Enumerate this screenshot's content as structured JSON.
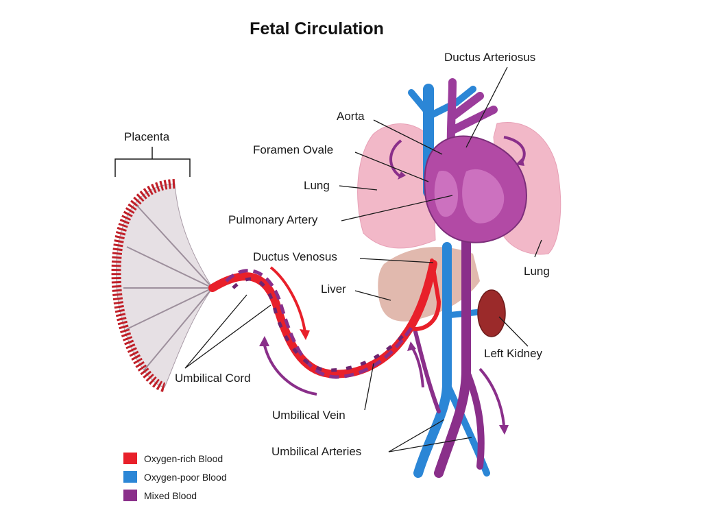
{
  "title": "Fetal Circulation",
  "labels": {
    "ductus_arteriosus": "Ductus Arteriosus",
    "aorta": "Aorta",
    "placenta": "Placenta",
    "foramen_ovale": "Foramen Ovale",
    "lung_left": "Lung",
    "pulmonary_artery": "Pulmonary Artery",
    "ductus_venosus": "Ductus Venosus",
    "lung_right": "Lung",
    "liver": "Liver",
    "left_kidney": "Left Kidney",
    "umbilical_cord": "Umbilical Cord",
    "umbilical_vein": "Umbilical Vein",
    "umbilical_arteries": "Umbilical Arteries"
  },
  "legend": [
    {
      "label": "Oxygen-rich Blood",
      "color": "#e8202a"
    },
    {
      "label": "Oxygen-poor Blood",
      "color": "#2b86d6"
    },
    {
      "label": "Mixed Blood",
      "color": "#8a2f8a"
    }
  ]
}
